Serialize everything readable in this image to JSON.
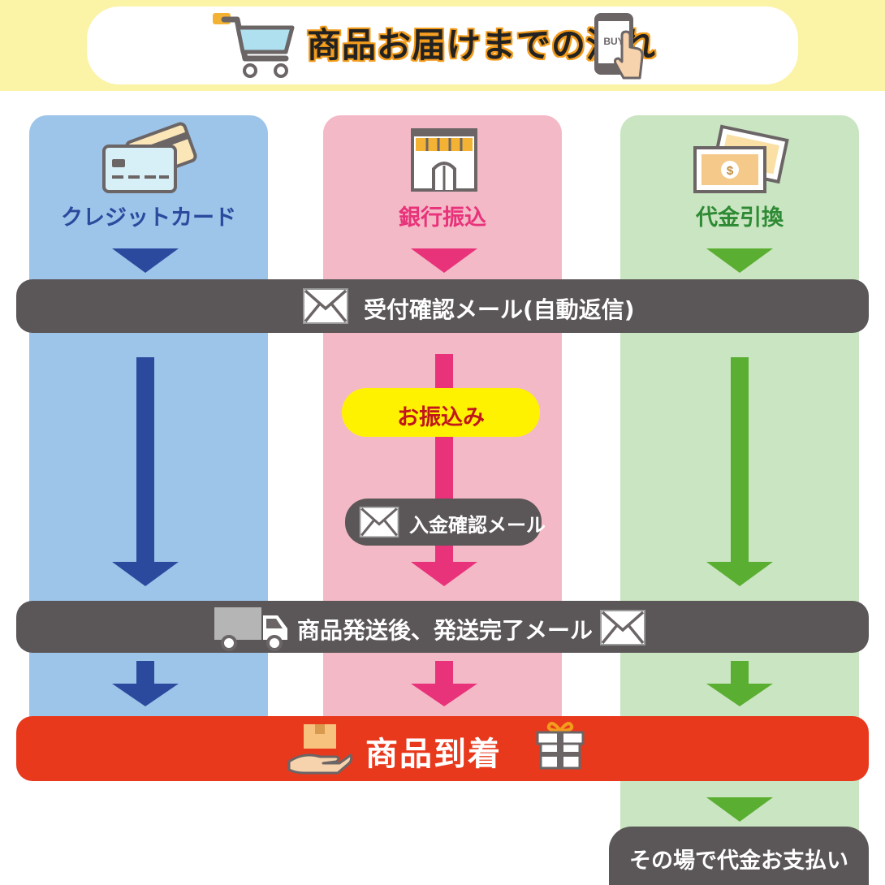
{
  "header": {
    "title": "商品お届けまでの流れ",
    "buy_label": "BUY",
    "band_color": "#fbf3a6",
    "title_outline_color": "#f39c1c"
  },
  "columns": [
    {
      "id": "credit",
      "label": "クレジットカード",
      "icon": "credit-card-icon",
      "background": "#9dc4e9",
      "accent": "#2b4a9e"
    },
    {
      "id": "bank",
      "label": "銀行振込",
      "icon": "bank-storefront-icon",
      "background": "#f4b9c7",
      "accent": "#e8337a"
    },
    {
      "id": "cod",
      "label": "代金引換",
      "icon": "cash-bills-icon",
      "background": "#cae5c1",
      "accent": "#5aae32",
      "bill_symbol": "$"
    }
  ],
  "steps": {
    "order_confirmation": "受付確認メール(自動返信)",
    "bank_transfer": "お振込み",
    "payment_confirmation": "入金確認メール",
    "shipping_notice": "商品発送後、発送完了メール",
    "arrival": "商品到着",
    "pay_on_site": "その場で代金お支払い"
  },
  "colors": {
    "bar": "#5b5657",
    "arrival": "#e8391d",
    "transfer_badge": "#fff200",
    "transfer_text": "#c0161c"
  }
}
